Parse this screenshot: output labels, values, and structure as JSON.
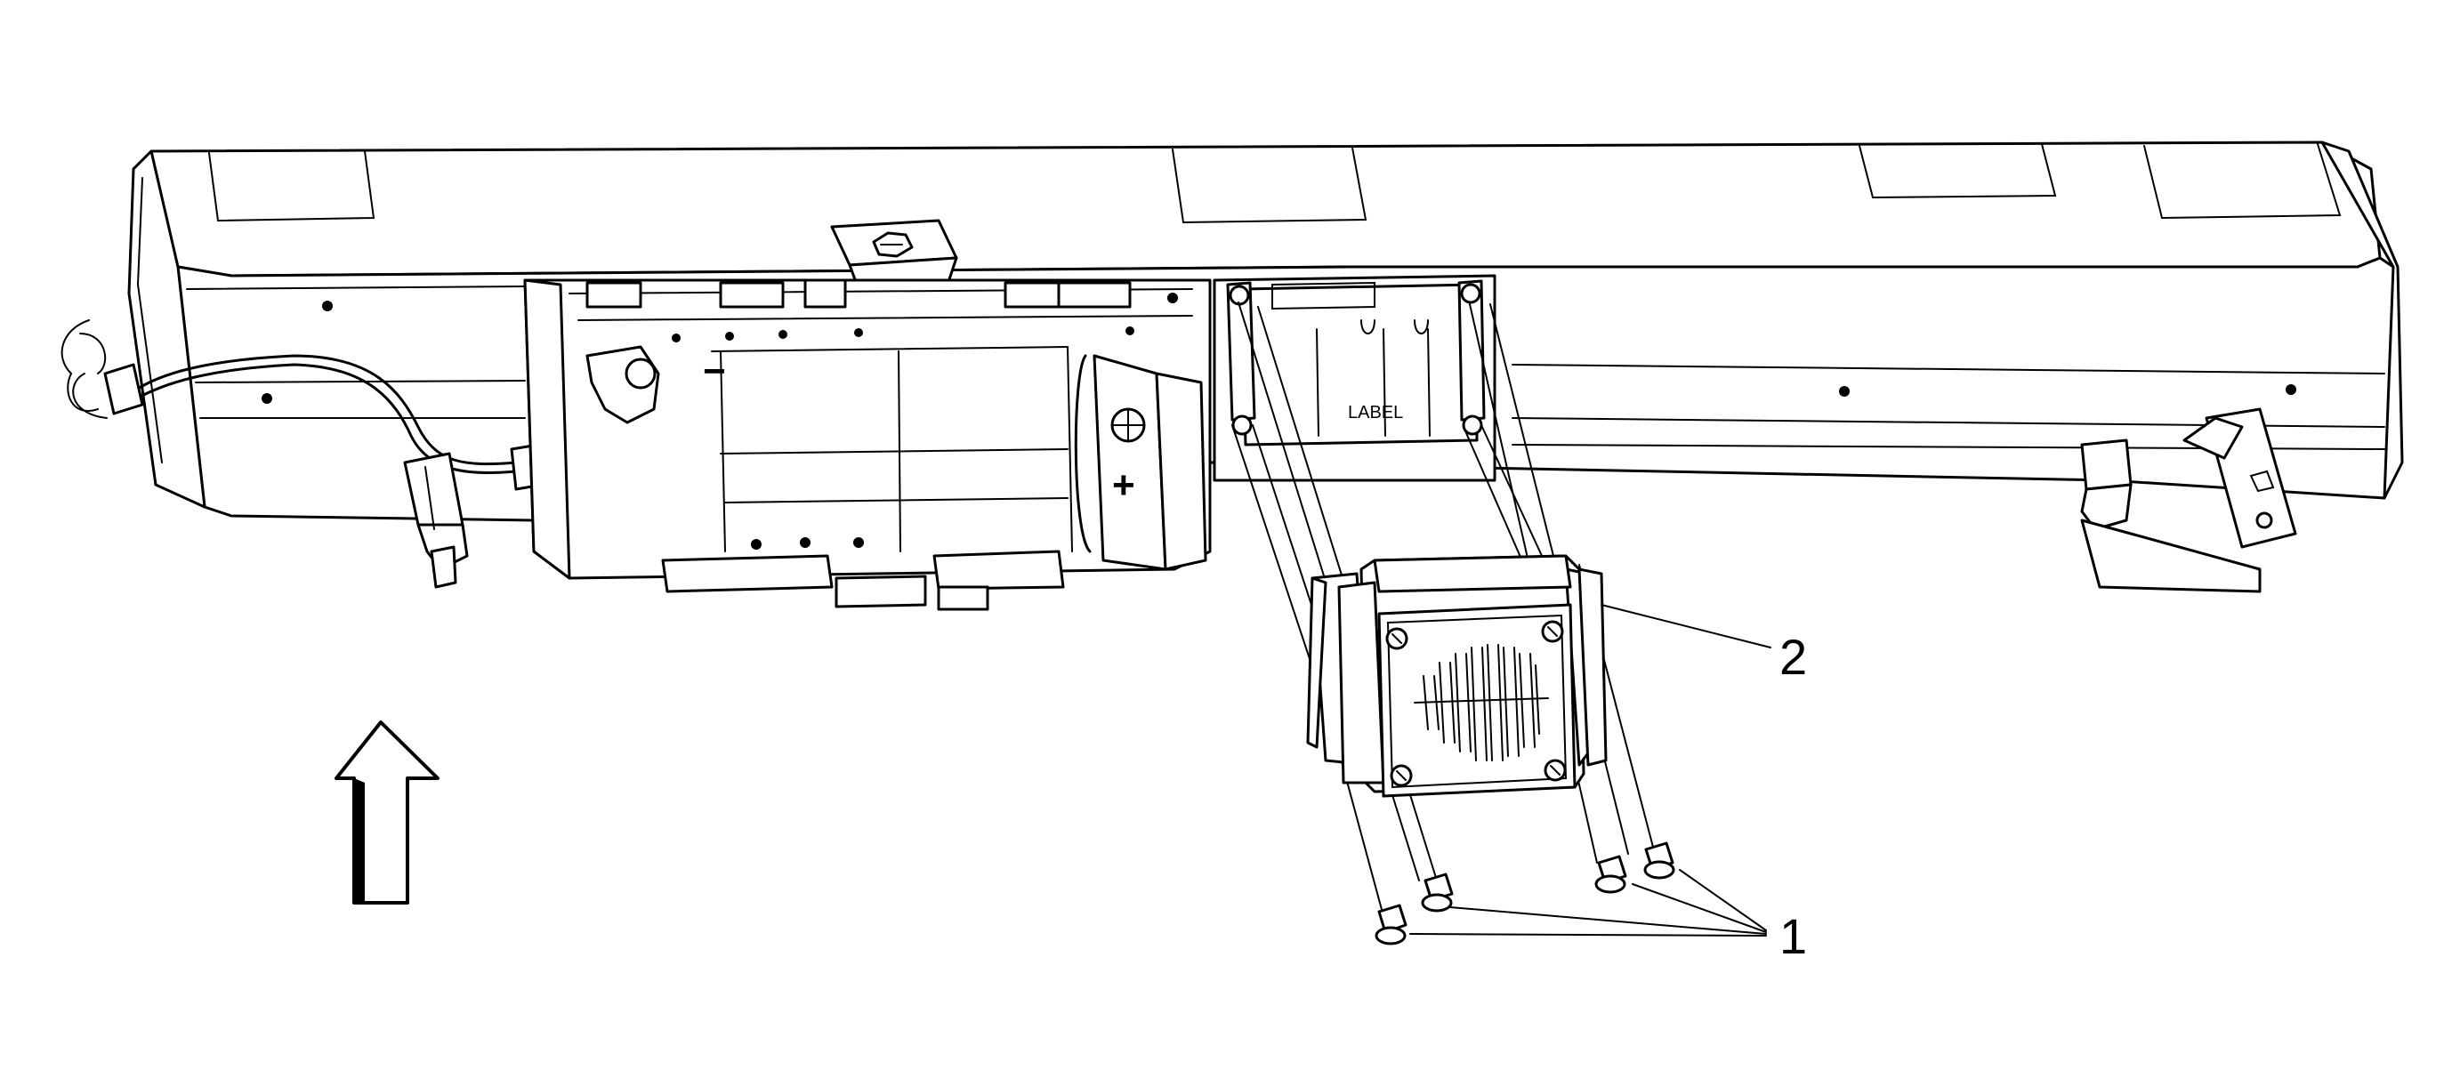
{
  "diagram": {
    "callouts": [
      {
        "id": "1",
        "label": "1"
      },
      {
        "id": "2",
        "label": "2"
      }
    ],
    "component_label": "LABEL",
    "polarity": {
      "negative": "−",
      "positive": "+"
    },
    "direction_arrow": {
      "direction": "up",
      "icon": "arrow-up-outline-icon"
    }
  }
}
